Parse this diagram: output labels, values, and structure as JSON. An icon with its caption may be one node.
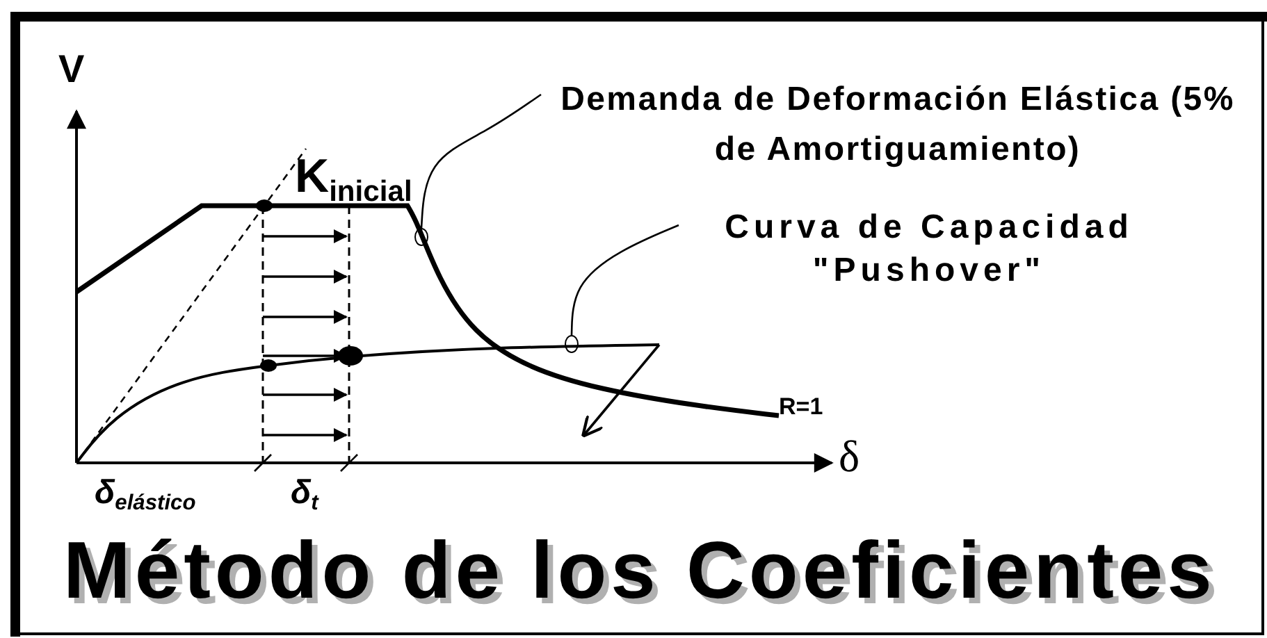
{
  "diagram": {
    "title": "Método de los Coeficientes",
    "nodes": [
      {
        "text": [
          "Demanda de Deformación Elástica (5% de Amortiguamiento)"
        ]
      },
      {
        "text": [],
        "shape": "circle"
      },
      {
        "text": [
          "Curva de Capacidad \"Pushover\""
        ]
      },
      {
        "text": [],
        "shape": "circle"
      }
    ],
    "edges": [
      {
        "from": 0,
        "to": 1,
        "arrow": "none"
      },
      {
        "from": 2,
        "to": 3,
        "arrow": "none"
      }
    ],
    "labels": [
      "V",
      "K$_{inicial}$",
      "R=1",
      "δ",
      "δ$_{elástico}$",
      "δ$_{t}$"
    ]
  }
}
